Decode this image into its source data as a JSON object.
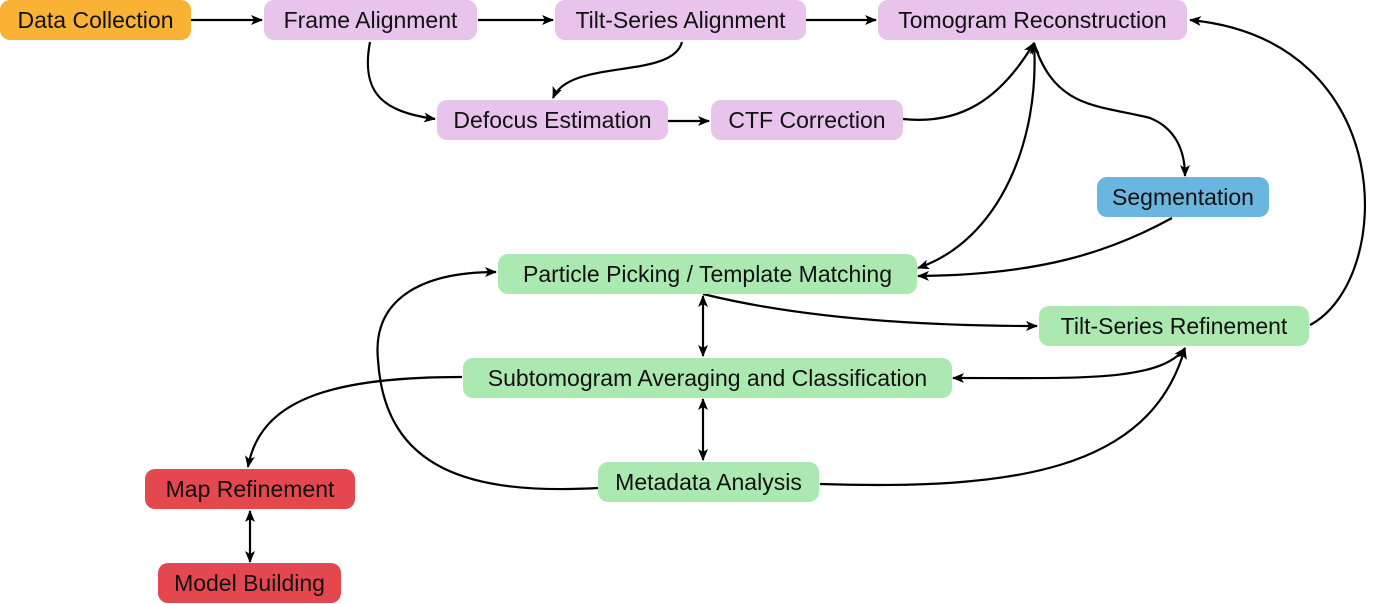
{
  "colors": {
    "orange": "#F9B234",
    "purple": "#E8C3EC",
    "blue": "#6BB6DF",
    "green": "#ABE9B1",
    "red": "#E5474E",
    "arrow": "#000000"
  },
  "nodes": {
    "data_collection": {
      "label": "Data Collection",
      "color": "orange"
    },
    "frame_alignment": {
      "label": "Frame Alignment",
      "color": "purple"
    },
    "tilt_series_alignment": {
      "label": "Tilt-Series Alignment",
      "color": "purple"
    },
    "tomogram_reconstruction": {
      "label": "Tomogram Reconstruction",
      "color": "purple"
    },
    "defocus_estimation": {
      "label": "Defocus Estimation",
      "color": "purple"
    },
    "ctf_correction": {
      "label": "CTF Correction",
      "color": "purple"
    },
    "segmentation": {
      "label": "Segmentation",
      "color": "blue"
    },
    "particle_picking": {
      "label": "Particle Picking / Template Matching",
      "color": "green"
    },
    "tilt_series_refinement": {
      "label": "Tilt-Series Refinement",
      "color": "green"
    },
    "subtomogram_averaging": {
      "label": "Subtomogram Averaging and Classification",
      "color": "green"
    },
    "metadata_analysis": {
      "label": "Metadata Analysis",
      "color": "green"
    },
    "map_refinement": {
      "label": "Map Refinement",
      "color": "red"
    },
    "model_building": {
      "label": "Model Building",
      "color": "red"
    }
  },
  "edges": [
    {
      "from": "data_collection",
      "to": "frame_alignment",
      "direction": "forward"
    },
    {
      "from": "frame_alignment",
      "to": "tilt_series_alignment",
      "direction": "forward"
    },
    {
      "from": "tilt_series_alignment",
      "to": "tomogram_reconstruction",
      "direction": "forward"
    },
    {
      "from": "frame_alignment",
      "to": "defocus_estimation",
      "direction": "forward"
    },
    {
      "from": "tilt_series_alignment",
      "to": "defocus_estimation",
      "direction": "forward"
    },
    {
      "from": "defocus_estimation",
      "to": "ctf_correction",
      "direction": "forward"
    },
    {
      "from": "ctf_correction",
      "to": "tomogram_reconstruction",
      "direction": "forward"
    },
    {
      "from": "tomogram_reconstruction",
      "to": "segmentation",
      "direction": "forward"
    },
    {
      "from": "tomogram_reconstruction",
      "to": "particle_picking",
      "direction": "both"
    },
    {
      "from": "segmentation",
      "to": "particle_picking",
      "direction": "forward"
    },
    {
      "from": "particle_picking",
      "to": "tilt_series_refinement",
      "direction": "forward"
    },
    {
      "from": "particle_picking",
      "to": "subtomogram_averaging",
      "direction": "both"
    },
    {
      "from": "tilt_series_refinement",
      "to": "tomogram_reconstruction",
      "direction": "forward"
    },
    {
      "from": "tilt_series_refinement",
      "to": "subtomogram_averaging",
      "direction": "both"
    },
    {
      "from": "subtomogram_averaging",
      "to": "metadata_analysis",
      "direction": "both"
    },
    {
      "from": "metadata_analysis",
      "to": "tilt_series_refinement",
      "direction": "forward"
    },
    {
      "from": "metadata_analysis",
      "to": "particle_picking",
      "direction": "forward"
    },
    {
      "from": "subtomogram_averaging",
      "to": "map_refinement",
      "direction": "forward"
    },
    {
      "from": "map_refinement",
      "to": "model_building",
      "direction": "both"
    }
  ]
}
